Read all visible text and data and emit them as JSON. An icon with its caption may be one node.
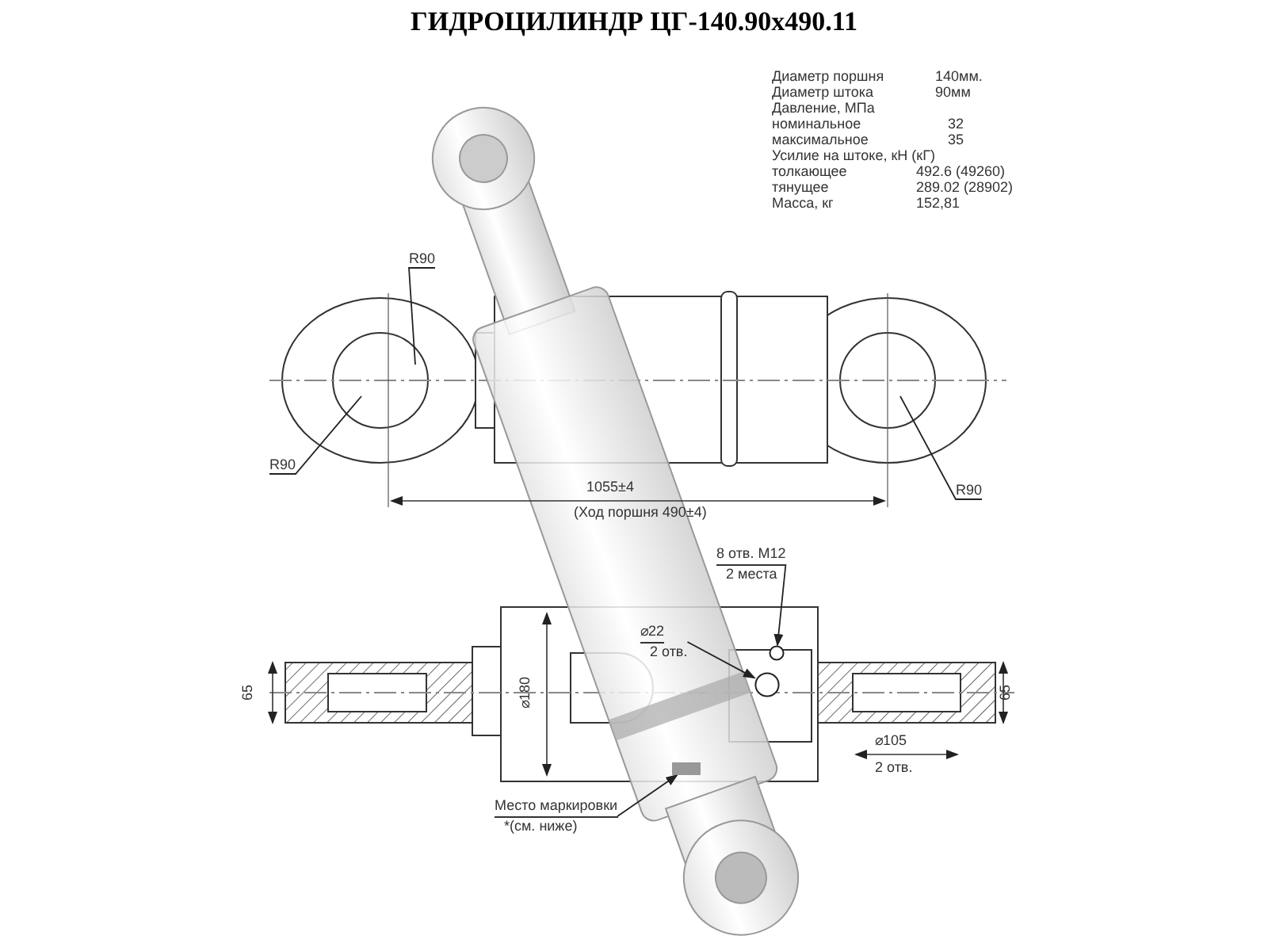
{
  "diagram": {
    "title": "ГИДРОЦИЛИНДР ЦГ-140.90x490.11",
    "nodes": [
      {
        "text": [
          "Место маркировки",
          "*(см. ниже)"
        ]
      },
      {
        "text": [],
        "shape": "bar"
      },
      {
        "text": [
          "8 отв. M12",
          "2 места"
        ]
      },
      {
        "text": [],
        "shape": "circle"
      },
      {
        "text": [
          "⌀22",
          "2 отв."
        ]
      },
      {
        "text": [],
        "shape": "circle"
      },
      {
        "text": [
          "R90"
        ]
      },
      {
        "text": [
          "R90"
        ]
      },
      {
        "text": [
          "R90"
        ]
      }
    ],
    "edges": [
      {
        "from": 0,
        "to": 1,
        "arrow": "to"
      },
      {
        "from": 2,
        "to": 3,
        "arrow": "to"
      },
      {
        "from": 4,
        "to": 5,
        "arrow": "to"
      },
      {
        "from": 6,
        "to": null,
        "arrow": "none"
      },
      {
        "from": 7,
        "to": null,
        "arrow": "none"
      },
      {
        "from": 8,
        "to": null,
        "arrow": "none"
      }
    ],
    "labels": [
      "Диаметр поршня",
      "140мм.",
      "Диаметр штока",
      "90мм",
      "Давление, МПа",
      "номинальное",
      "32",
      "максимальное",
      "35",
      "Усилие на штоке, кН (кГ)",
      "толкающее",
      "492.6 (49260)",
      "тянущее",
      "289.02 (28902)",
      "Масса, кг",
      "152,81",
      "1055±4",
      "(Ход поршня 490±4)",
      "⌀180",
      "65",
      "65",
      "⌀105",
      "2 отв."
    ]
  }
}
